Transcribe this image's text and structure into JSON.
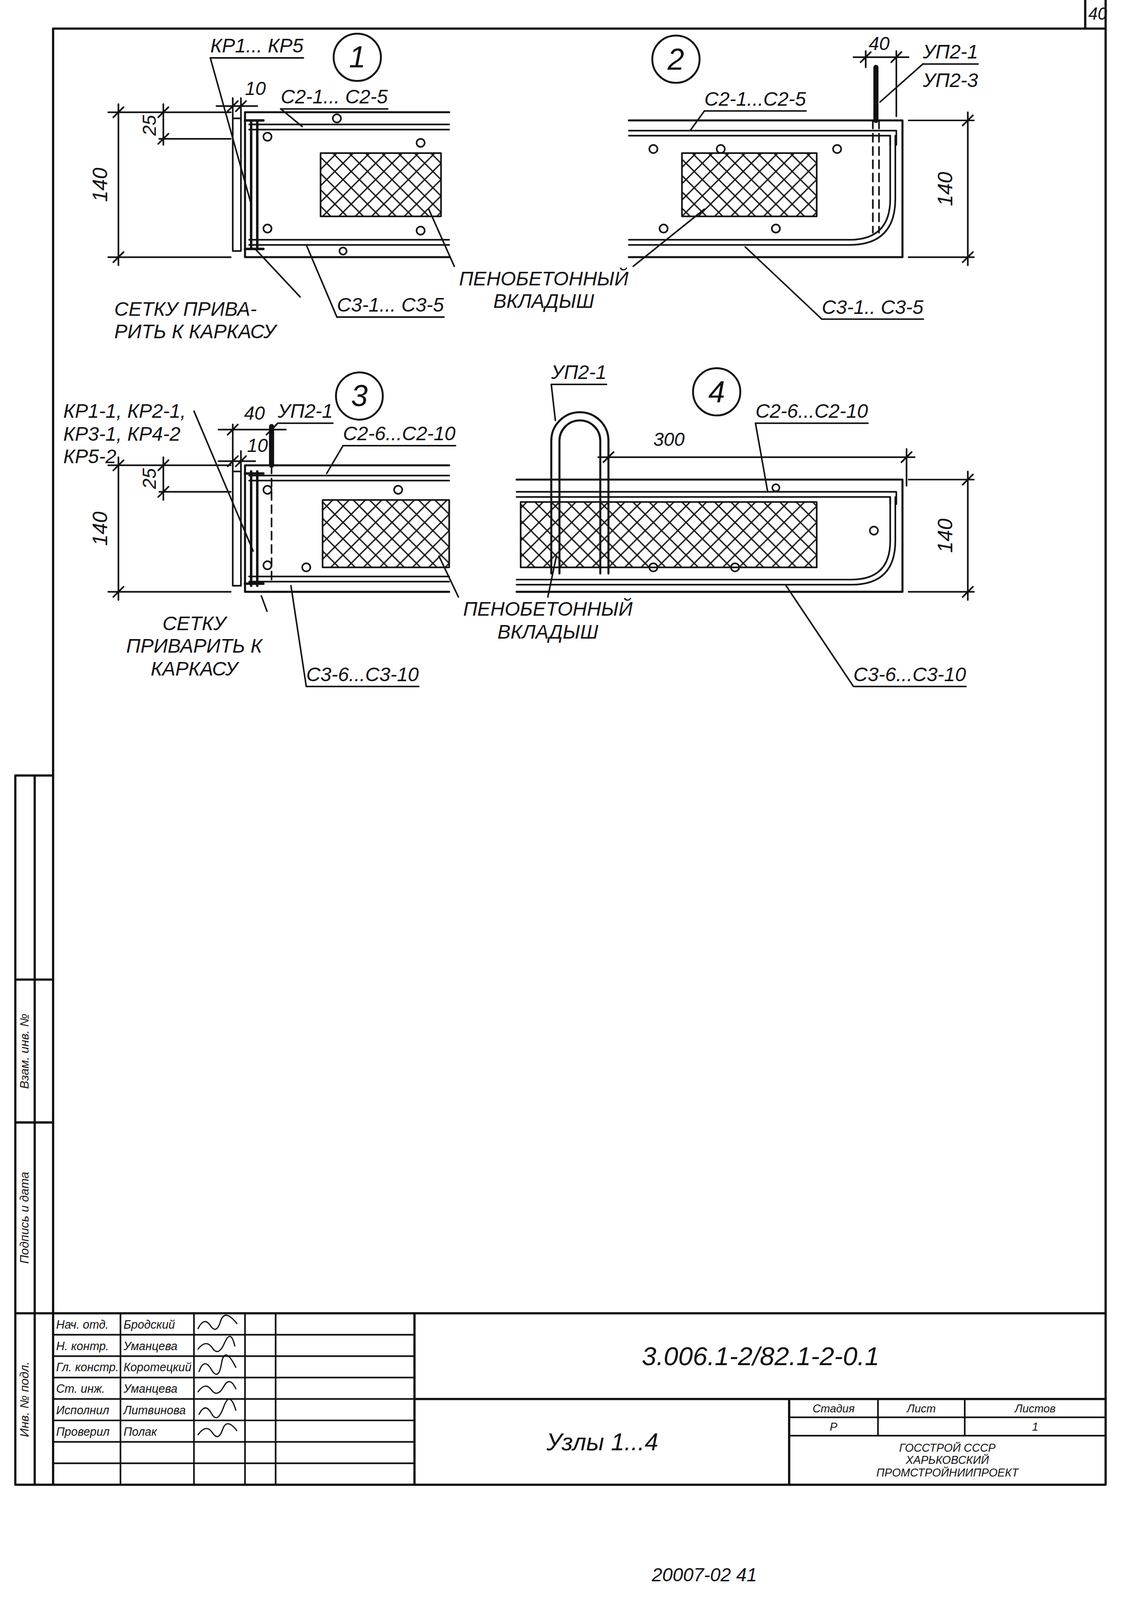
{
  "diagram": {
    "nodes": [
      {
        "text": [
          "1"
        ]
      },
      {
        "text": [
          "2"
        ]
      },
      {
        "text": [
          "3"
        ]
      },
      {
        "text": [
          "4"
        ]
      }
    ],
    "labels": [
      "40",
      "КР1... КР5",
      "10",
      "25",
      "140",
      "С2-1... С2-5",
      "ПЕНОБЕТОННЫЙ ВКЛАДЫШ",
      "СЕТКУ ПРИВА- РИТЬ К КАРКАСУ",
      "С3-1... С3-5",
      "40",
      "УП2-1",
      "УП2-3",
      "С2-1...С2-5",
      "140",
      "С3-1.. С3-5",
      "КР1-1, КР2-1, КР3-1, КР4-2 КР5-2",
      "40",
      "УП2-1",
      "10",
      "25",
      "140",
      "С2-6...С2-10",
      "ПЕНОБЕТОННЫЙ ВКЛАДЫШ",
      "СЕТКУ ПРИВАРИТЬ К КАРКАСУ",
      "С3-6...С3-10",
      "УП2-1",
      "300",
      "С2-6...С2-10",
      "140",
      "С3-6...С3-10",
      "Инв. № подл.",
      "Подпись и дата",
      "Взам. инв. №",
      "Нач. отд.",
      "Бродский",
      "Н. контр.",
      "Уманцева",
      "Гл. констр.",
      "Коротецкий",
      "Ст. инж.",
      "Уманцева",
      "Исполнил",
      "Литвинова",
      "Проверил",
      "Полак",
      "3.006.1-2/82.1-2-0.1",
      "Узлы 1...4",
      "Стадия",
      "Лист",
      "Листов",
      "Р",
      "1",
      "ГОССТРОЙ СССР ХАРЬКОВСКИЙ ПРОМСТРОЙНИИПРОЕКТ",
      "20007-02 41"
    ]
  }
}
